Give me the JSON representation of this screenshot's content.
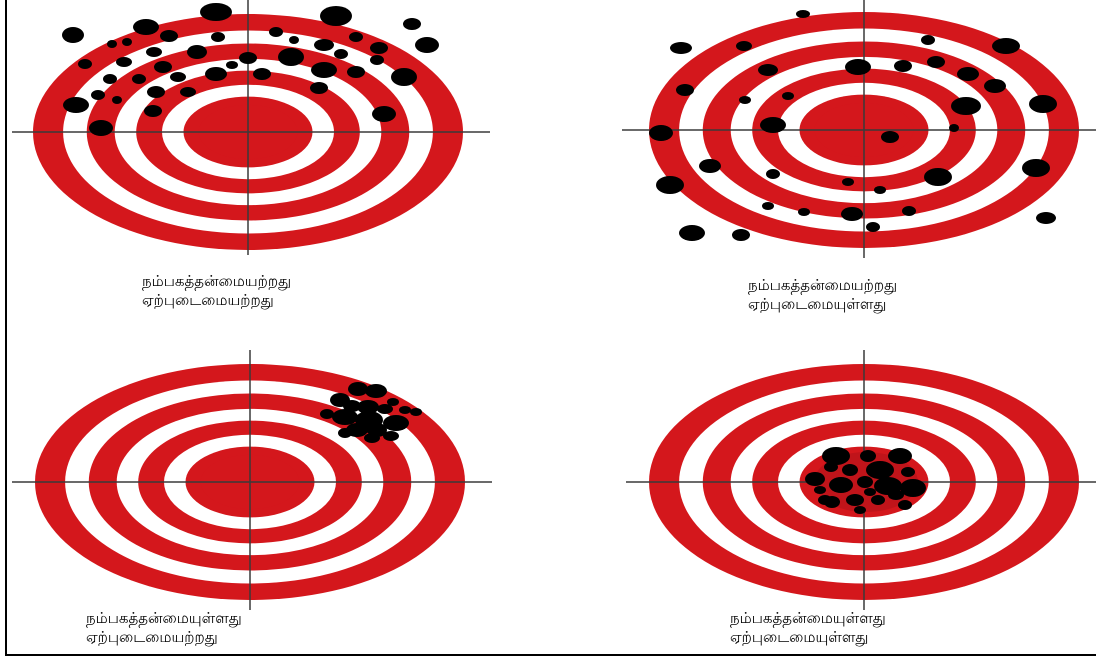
{
  "colors": {
    "ring": "#d4171c",
    "gap": "#ffffff",
    "hole": "#000000",
    "crosshair": "#3a3a3a"
  },
  "panels": [
    {
      "id": "top-left",
      "line1": "நம்பகத்தன்மையற்றது",
      "line2": "ஏற்புடைமையற்றது"
    },
    {
      "id": "top-right",
      "line1": "நம்பகத்தன்மையற்றது",
      "line2": "ஏற்புடைமையுள்ளது"
    },
    {
      "id": "bottom-left",
      "line1": "நம்பகத்தன்மையுள்ளது",
      "line2": "ஏற்புடைமையற்றது"
    },
    {
      "id": "bottom-right",
      "line1": "நம்பகத்தன்மையுள்ளது",
      "line2": "ஏற்புடைமையுள்ளது"
    }
  ]
}
